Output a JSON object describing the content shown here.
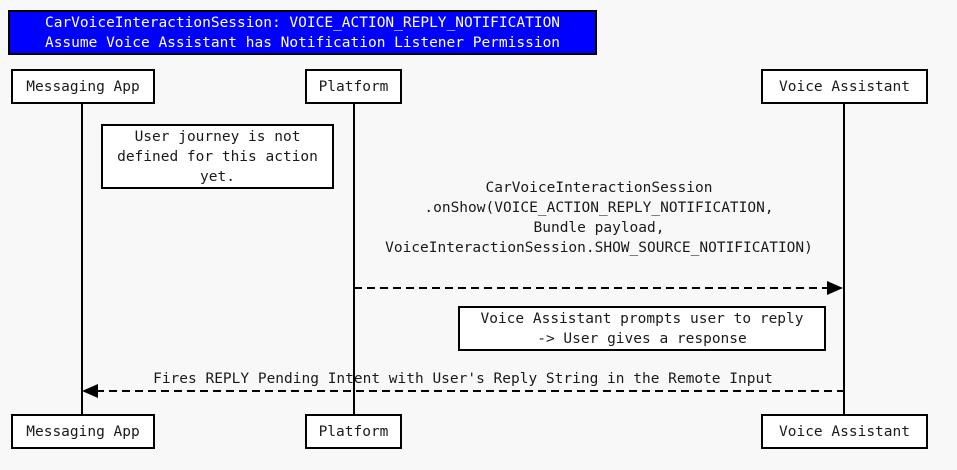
{
  "title": {
    "lines": [
      "CarVoiceInteractionSession: VOICE_ACTION_REPLY_NOTIFICATION",
      "Assume Voice Assistant has Notification Listener Permission"
    ],
    "background_color": "#0000FF",
    "text_color": "#FFFFFF"
  },
  "participants": [
    {
      "id": "messaging-app",
      "label": "Messaging App"
    },
    {
      "id": "platform",
      "label": "Platform"
    },
    {
      "id": "voice-assistant",
      "label": "Voice Assistant"
    }
  ],
  "notes": [
    {
      "id": "note-user-journey",
      "lines": [
        "User journey is not",
        "defined for this action",
        "yet."
      ]
    },
    {
      "id": "note-prompt-user",
      "lines": [
        "Voice Assistant prompts user to reply",
        "-> User gives a response"
      ]
    }
  ],
  "messages": [
    {
      "id": "message-onshow",
      "from": "platform",
      "to": "voice-assistant",
      "direction": "right",
      "style": "dashed",
      "lines": [
        "CarVoiceInteractionSession",
        ".onShow(VOICE_ACTION_REPLY_NOTIFICATION,",
        "Bundle payload,",
        "VoiceInteractionSession.SHOW_SOURCE_NOTIFICATION)"
      ]
    },
    {
      "id": "message-reply-intent",
      "from": "voice-assistant",
      "to": "messaging-app",
      "direction": "left",
      "style": "dashed",
      "lines": [
        "Fires REPLY Pending Intent with User's Reply String in the Remote Input"
      ]
    }
  ],
  "colors": {
    "background": "#f8f8f8",
    "line": "#000000",
    "box_fill": "#ffffff",
    "text": "#1a1a1a"
  }
}
